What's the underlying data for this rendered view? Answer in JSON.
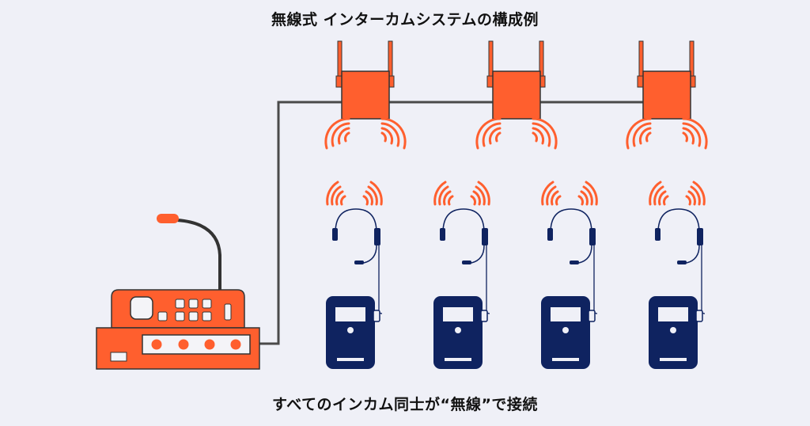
{
  "diagram": {
    "title": "無線式 インターカムシステムの構成例",
    "caption": "すべてのインカム同士が“無線”で接続"
  },
  "colors": {
    "background": "#eff0f7",
    "accent": "#ff5f2e",
    "navy": "#0f2360",
    "cable": "#4a4a4a",
    "text": "#111111"
  },
  "components": {
    "base_station": {
      "icon": "intercom-base-station-icon",
      "indicator_count": 4
    },
    "antennas": {
      "icon": "wireless-antenna-icon",
      "count": 3
    },
    "terminals": {
      "icon": "wireless-intercom-terminal-icon",
      "headset_icon": "headset-icon",
      "count": 4
    }
  }
}
